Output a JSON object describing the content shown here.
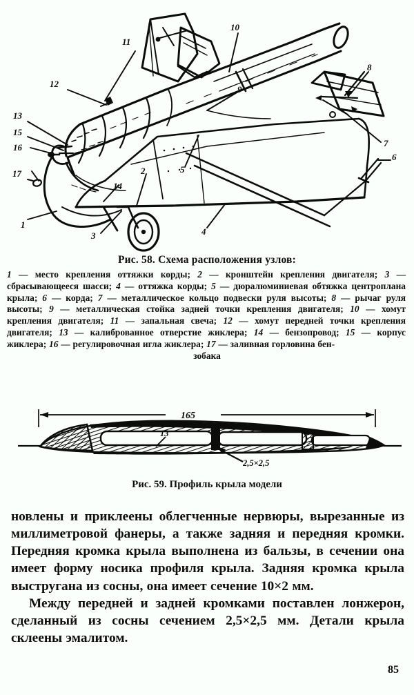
{
  "page": {
    "number": "85",
    "background_color": "#fbfffb",
    "ink_color": "#100f0d"
  },
  "figure58": {
    "title": "Рис. 58. Схема расположения узлов:",
    "callout_numbers": [
      "1",
      "2",
      "3",
      "4",
      "5",
      "6",
      "7",
      "8",
      "9",
      "10",
      "11",
      "12",
      "13",
      "14",
      "15",
      "16",
      "17"
    ],
    "legend_html": "<span class=\"num\">1</span> — место крепления оттяжки корды; <span class=\"num\">2</span> — кронштейн крепления двигателя; <span class=\"num\">3</span> — сбрасывающееся шасси; <span class=\"num\">4</span> — оттяжка корды; <span class=\"num\">5</span> — дюралюминиевая обтяжка центроплана крыла; <span class=\"num\">6</span> — корда; <span class=\"num\">7</span> — металлическое кольцо подвески руля высоты; <span class=\"num\">8</span> — рычаг руля высоты; <span class=\"num\">9</span> — металлическая стойка задней точки крепления двигателя; <span class=\"num\">10</span> — хомут крепления двигателя; <span class=\"num\">11</span> — запальная свеча; <span class=\"num\">12</span> — хомут передней точки крепления двигателя; <span class=\"num\">13</span> — калиброванное отверстие жиклера; <span class=\"num\">14</span> — бензопровод; <span class=\"num\">15</span> — корпус жиклера; <span class=\"num\">16</span> — регулировочная игла жиклера; <span class=\"num\">17</span> — заливная горловина бен-",
    "legend_last_line": "зобака"
  },
  "figure59": {
    "title": "Рис. 59. Профиль крыла модели",
    "dimension_chord": "165",
    "callout_rib": "13",
    "callout_spar": "2,5×2,5"
  },
  "body": {
    "paragraph1": "новлены и приклеены облегченные нервюры, вырезанные из миллиметровой фанеры, а также задняя и передняя кромки. Передняя кромка крыла выполнена из бальзы, в сечении она имеет форму носика профиля крыла. Задняя кромка крыла выстругана из сосны, она имеет сечение 10×2 мм.",
    "paragraph2": "Между передней и задней кромками поставлен лонжерон, сделанный из сосны сечением 2,5×2,5 мм. Детали крыла склеены эмалитом."
  }
}
